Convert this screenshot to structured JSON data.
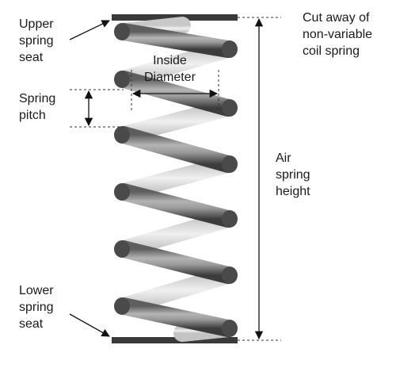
{
  "title": [
    "Cut away of",
    "non-variable",
    "coil spring"
  ],
  "labels": {
    "upper_seat": [
      "Upper",
      "spring",
      "seat"
    ],
    "spring_pitch": [
      "Spring",
      "pitch"
    ],
    "lower_seat": [
      "Lower",
      "spring",
      "seat"
    ],
    "air_spring_height": [
      "Air",
      "spring",
      "height"
    ],
    "inside_diameter": [
      "Inside",
      "Diameter"
    ]
  },
  "colors": {
    "seat_plate": "#3a3a3a",
    "coil_front": "#8a8a8a",
    "coil_back": "#d9d9d9",
    "coil_end": "#505050",
    "arrow": "#111111",
    "guide": "#333333"
  },
  "spring": {
    "visible_front_coils": 6
  }
}
